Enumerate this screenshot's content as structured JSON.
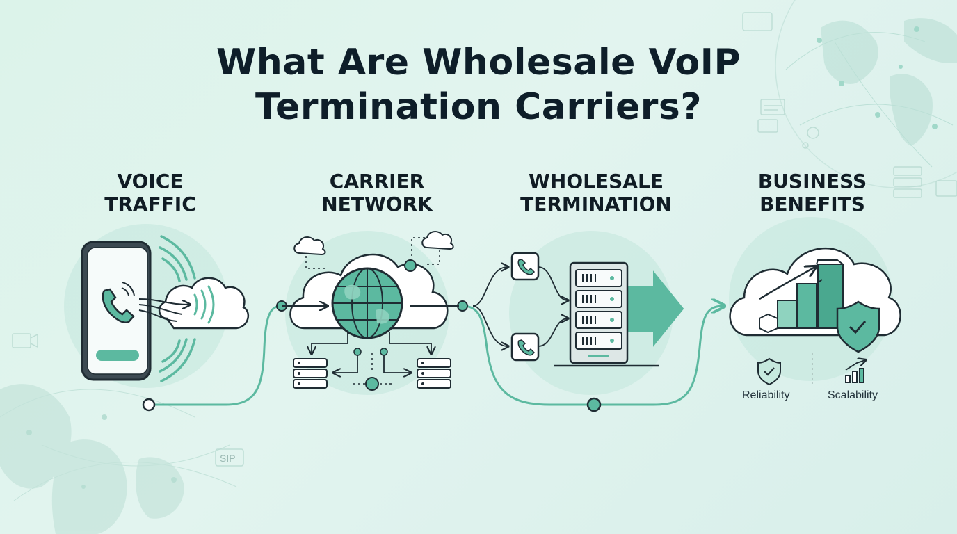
{
  "title": {
    "line1": "What Are Wholesale VoIP",
    "line2": "Termination Carriers?"
  },
  "stages": [
    {
      "line1": "VOICE",
      "line2": "TRAFFIC",
      "icon": "smartphone-call-icon"
    },
    {
      "line1": "CARRIER",
      "line2": "NETWORK",
      "icon": "globe-cloud-icon"
    },
    {
      "line1": "WHOLESALE",
      "line2": "TERMINATION",
      "icon": "server-rack-icon"
    },
    {
      "line1": "BUSINESS",
      "line2": "BENEFITS",
      "icon": "growth-chart-cloud-icon"
    }
  ],
  "benefits": [
    {
      "label": "Reliability",
      "icon": "shield-check-icon"
    },
    {
      "label": "Scalability",
      "icon": "bar-chart-up-icon"
    }
  ],
  "background_tag": "SIP",
  "colors": {
    "accent": "#5cb9a0",
    "accent_dark": "#3e9a82",
    "outline": "#1f2c33",
    "background": "#dcf3ea"
  }
}
